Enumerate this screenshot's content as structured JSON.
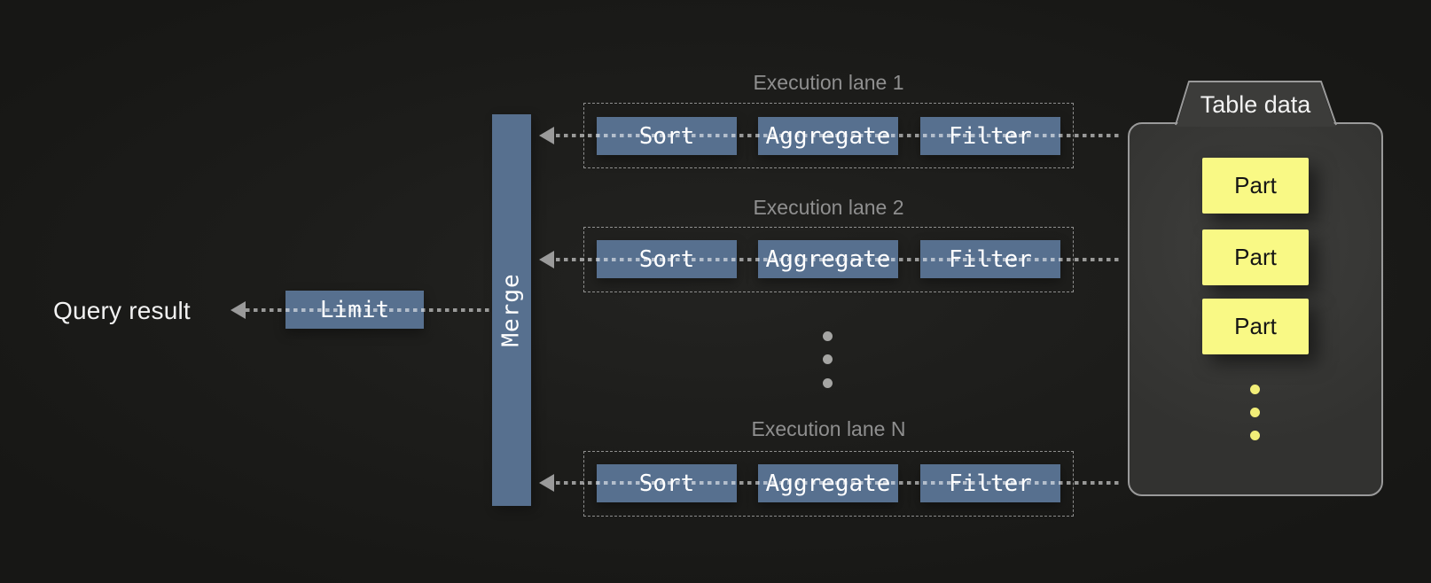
{
  "diagram": {
    "query_result_label": "Query result",
    "limit_label": "Limit",
    "merge_label": "Merge",
    "lanes": [
      {
        "title": "Execution lane 1",
        "ops": [
          "Sort",
          "Aggregate",
          "Filter"
        ]
      },
      {
        "title": "Execution lane 2",
        "ops": [
          "Sort",
          "Aggregate",
          "Filter"
        ]
      },
      {
        "title": "Execution lane N",
        "ops": [
          "Sort",
          "Aggregate",
          "Filter"
        ]
      }
    ],
    "table_data": {
      "title": "Table data",
      "parts": [
        "Part",
        "Part",
        "Part"
      ]
    },
    "colors": {
      "background": "#1b1b19",
      "operator_box_blue": "#57708f",
      "part_yellow": "#f9f985",
      "container_gray": "#3a3a38",
      "border_gray": "#9a9a9a",
      "lane_label_gray": "#8f8f8f",
      "text_white": "#f2f2f2"
    }
  }
}
